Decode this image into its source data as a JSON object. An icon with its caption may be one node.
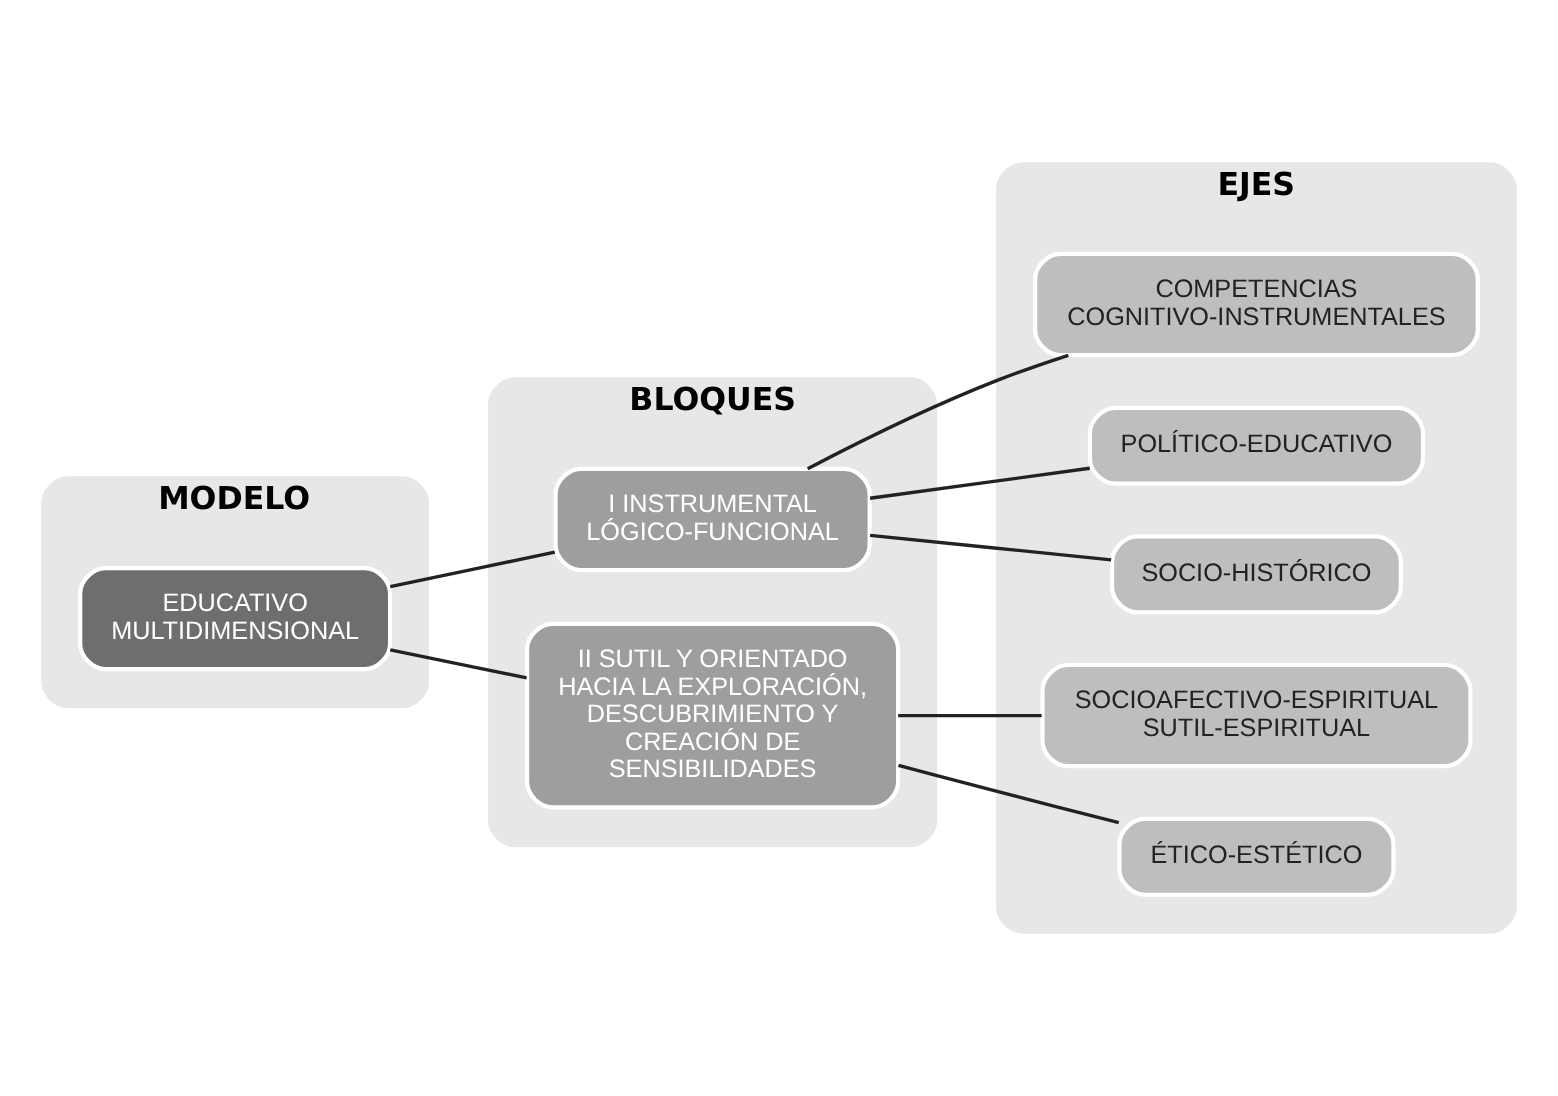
{
  "diagram": {
    "nodes": [
      {
        "text": [
          "MODELO"
        ]
      },
      {
        "text": [
          "BLOQUES"
        ]
      },
      {
        "text": [
          "EJES"
        ]
      },
      {
        "text": [
          "EDUCATIVO MULTIDIMENSIONAL"
        ],
        "in": 0
      },
      {
        "text": [
          "I INSTRUMENTAL LÓGICO-FUNCIONAL"
        ],
        "in": 1
      },
      {
        "text": [
          "II SUTIL Y ORIENTADO HACIA LA EXPLORACIÓN, DESCUBRIMIENTO Y CREACIÓN DE SENSIBILIDADES"
        ],
        "in": 1
      },
      {
        "text": [
          "COMPETENCIAS COGNITIVO-INSTRUMENTALES"
        ],
        "in": 2
      },
      {
        "text": [
          "POLÍTICO-EDUCATIVO"
        ],
        "in": 2
      },
      {
        "text": [
          "SOCIO-HISTÓRICO"
        ],
        "in": 2
      },
      {
        "text": [
          "SOCIOAFECTIVO-ESPIRITUAL SUTIL-ESPIRITUAL"
        ],
        "in": 2
      },
      {
        "text": [
          "ÉTICO-ESTÉTICO"
        ],
        "in": 2
      }
    ],
    "edges": [
      {
        "from": 3,
        "to": 4,
        "arrow": "none"
      },
      {
        "from": 3,
        "to": 5,
        "arrow": "none"
      },
      {
        "from": 4,
        "to": 6,
        "arrow": "none"
      },
      {
        "from": 4,
        "to": 7,
        "arrow": "none"
      },
      {
        "from": 4,
        "to": 8,
        "arrow": "none"
      },
      {
        "from": 5,
        "to": 9,
        "arrow": "none"
      },
      {
        "from": 5,
        "to": 10,
        "arrow": "none"
      }
    ]
  }
}
